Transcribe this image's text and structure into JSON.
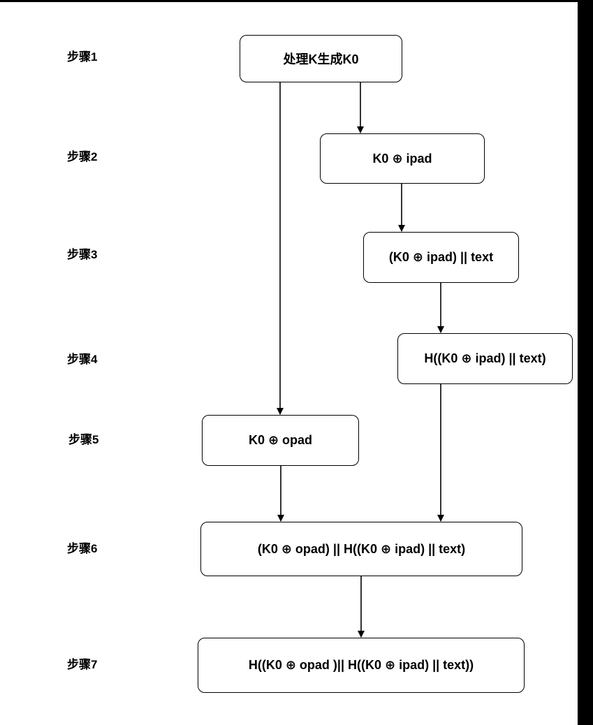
{
  "steps": [
    "步骤1",
    "步骤2",
    "步骤3",
    "步骤4",
    "步骤5",
    "步骤6",
    "步骤7"
  ],
  "boxes": {
    "process_k": "处理K生成K0",
    "k0_xor_ipad": "K0 ⊕ ipad",
    "k0_xor_ipad_concat_text": "(K0 ⊕ ipad) || text",
    "hash_inner": "H((K0 ⊕ ipad) || text)",
    "k0_xor_opad": "K0 ⊕ opad",
    "outer_concat": "(K0 ⊕ opad) || H((K0 ⊕ ipad) || text)",
    "hmac_result": "H((K0 ⊕ opad )|| H((K0 ⊕ ipad) || text))"
  },
  "colors": {
    "line": "#000000",
    "box_border": "#000000",
    "background": "#ffffff"
  }
}
